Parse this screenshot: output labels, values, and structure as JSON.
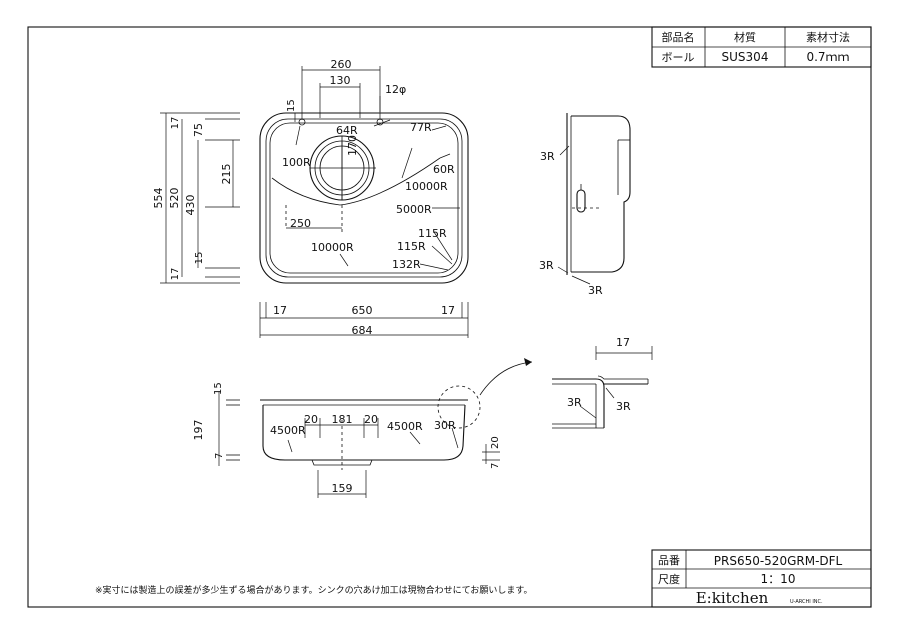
{
  "spec_table": {
    "headers": [
      "部品名",
      "材質",
      "素材寸法"
    ],
    "row": [
      "ボール",
      "SUS304",
      "0.7ｍｍ"
    ]
  },
  "title_block": {
    "product_label": "品番",
    "product_code": "PRS650-520GRM-DFL",
    "scale_label": "尺度",
    "scale_value": "1：10",
    "brand": "E:kitchen",
    "brand_sub": "U-ARCHI INC."
  },
  "footnote": "※実寸には製造上の誤差が多少生ずる場合があります。シンクの穴あけ加工は現物合わせにてお願いします。",
  "plan_view": {
    "top_dims": [
      "260",
      "130",
      "12φ",
      "15"
    ],
    "left_dims": [
      "554",
      "520",
      "430",
      "17",
      "75",
      "15",
      "17",
      "215"
    ],
    "radii": [
      "64R",
      "77R",
      "100R",
      "60R",
      "10000R",
      "5000R",
      "115R",
      "115R",
      "132R",
      "10000R",
      "170",
      "250"
    ],
    "bottom_dims": [
      "17",
      "650",
      "17",
      "684"
    ]
  },
  "side_view": {
    "radii": [
      "3R",
      "3R",
      "3R"
    ]
  },
  "front_view": {
    "dims": [
      "15",
      "197",
      "7",
      "20",
      "181",
      "20",
      "4500R",
      "4500R",
      "30R",
      "20",
      "7",
      "159"
    ]
  },
  "detail_view": {
    "dims": [
      "17",
      "3R",
      "3R"
    ]
  }
}
